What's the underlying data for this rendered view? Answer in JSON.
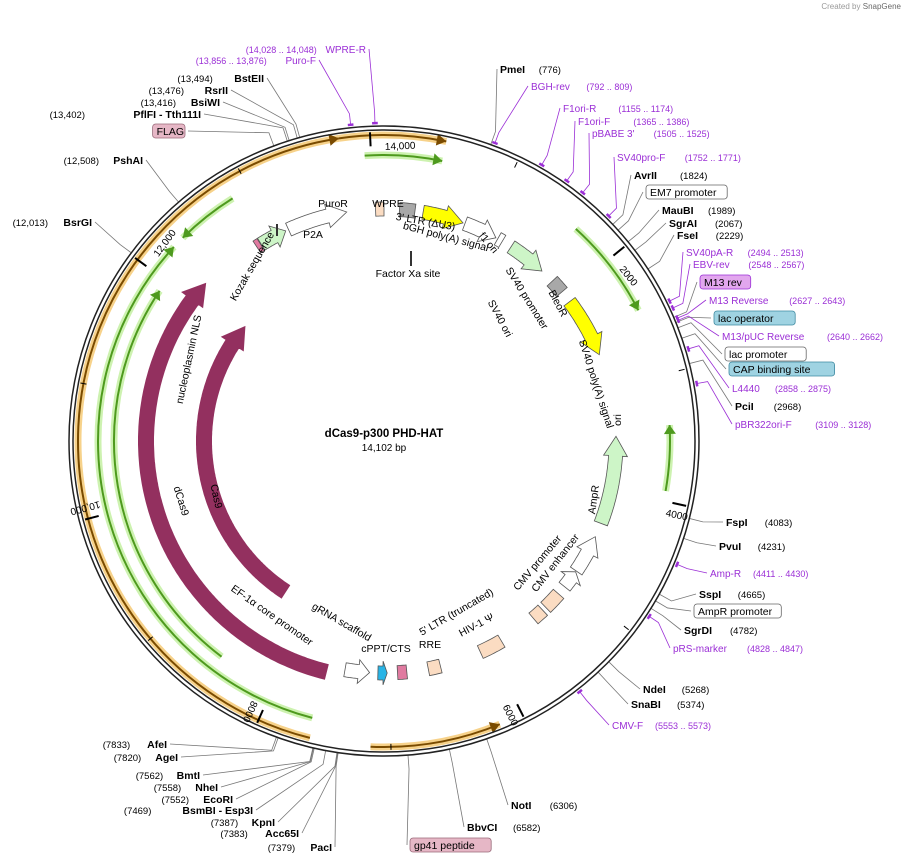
{
  "credit": {
    "prefix": "Created by",
    "brand": "SnapGene"
  },
  "plasmid": {
    "name": "dCas9-p300 PHD-HAT",
    "length_label": "14,102 bp",
    "length": 14102
  },
  "ruler": [
    {
      "label": "2000",
      "pos": 2000
    },
    {
      "label": "4000",
      "pos": 4000
    },
    {
      "label": "6000",
      "pos": 6000
    },
    {
      "label": "8000",
      "pos": 8000
    },
    {
      "label": "10,000",
      "pos": 10000
    },
    {
      "label": "12,000",
      "pos": 12000
    },
    {
      "label": "14,000",
      "pos": 14000
    }
  ],
  "sites": [
    {
      "name": "PmeI",
      "pos": "(776)",
      "bp": 776,
      "kind": "enzyme"
    },
    {
      "name": "BGH-rev",
      "pos": "(792 .. 809)",
      "bp": 800,
      "kind": "primer"
    },
    {
      "name": "F1ori-R",
      "pos": "(1155 .. 1174)",
      "bp": 1165,
      "kind": "primer"
    },
    {
      "name": "F1ori-F",
      "pos": "(1365 .. 1386)",
      "bp": 1375,
      "kind": "primer"
    },
    {
      "name": "pBABE 3'",
      "pos": "(1505 .. 1525)",
      "bp": 1515,
      "kind": "primer"
    },
    {
      "name": "SV40pro-F",
      "pos": "(1752 .. 1771)",
      "bp": 1761,
      "kind": "primer"
    },
    {
      "name": "AvrII",
      "pos": "(1824)",
      "bp": 1824,
      "kind": "enzyme"
    },
    {
      "name": "EM7 promoter",
      "pos": "",
      "bp": 1880,
      "kind": "box-white"
    },
    {
      "name": "MauBI",
      "pos": "(1989)",
      "bp": 1989,
      "kind": "enzyme"
    },
    {
      "name": "SgrAI",
      "pos": "(2067)",
      "bp": 2067,
      "kind": "enzyme"
    },
    {
      "name": "FseI",
      "pos": "(2229)",
      "bp": 2229,
      "kind": "enzyme"
    },
    {
      "name": "SV40pA-R",
      "pos": "(2494 .. 2513)",
      "bp": 2503,
      "kind": "primer"
    },
    {
      "name": "EBV-rev",
      "pos": "(2548 .. 2567)",
      "bp": 2557,
      "kind": "primer"
    },
    {
      "name": "M13 rev",
      "pos": "",
      "bp": 2620,
      "kind": "box-purple"
    },
    {
      "name": "M13 Reverse",
      "pos": "(2627 .. 2643)",
      "bp": 2635,
      "kind": "primer"
    },
    {
      "name": "lac operator",
      "pos": "",
      "bp": 2660,
      "kind": "box-blue"
    },
    {
      "name": "M13/pUC Reverse",
      "pos": "(2640 .. 2662)",
      "bp": 2651,
      "kind": "primer"
    },
    {
      "name": "lac promoter",
      "pos": "",
      "bp": 2700,
      "kind": "box-white"
    },
    {
      "name": "CAP binding site",
      "pos": "",
      "bp": 2780,
      "kind": "box-blue"
    },
    {
      "name": "L4440",
      "pos": "(2858 .. 2875)",
      "bp": 2866,
      "kind": "primer"
    },
    {
      "name": "PciI",
      "pos": "(2968)",
      "bp": 2968,
      "kind": "enzyme"
    },
    {
      "name": "pBR322ori-F",
      "pos": "(3109 .. 3128)",
      "bp": 3118,
      "kind": "primer"
    },
    {
      "name": "FspI",
      "pos": "(4083)",
      "bp": 4083,
      "kind": "enzyme"
    },
    {
      "name": "PvuI",
      "pos": "(4231)",
      "bp": 4231,
      "kind": "enzyme"
    },
    {
      "name": "Amp-R",
      "pos": "(4411 .. 4430)",
      "bp": 4420,
      "kind": "primer"
    },
    {
      "name": "SspI",
      "pos": "(4665)",
      "bp": 4665,
      "kind": "enzyme"
    },
    {
      "name": "AmpR promoter",
      "pos": "",
      "bp": 4720,
      "kind": "box-white"
    },
    {
      "name": "SgrDI",
      "pos": "(4782)",
      "bp": 4782,
      "kind": "enzyme"
    },
    {
      "name": "pRS-marker",
      "pos": "(4828 .. 4847)",
      "bp": 4837,
      "kind": "primer"
    },
    {
      "name": "NdeI",
      "pos": "(5268)",
      "bp": 5268,
      "kind": "enzyme"
    },
    {
      "name": "SnaBI",
      "pos": "(5374)",
      "bp": 5374,
      "kind": "enzyme"
    },
    {
      "name": "CMV-F",
      "pos": "(5553 .. 5573)",
      "bp": 5563,
      "kind": "primer"
    },
    {
      "name": "NotI",
      "pos": "(6306)",
      "bp": 6306,
      "kind": "enzyme"
    },
    {
      "name": "BbvCI",
      "pos": "(6582)",
      "bp": 6582,
      "kind": "enzyme"
    },
    {
      "name": "gp41 peptide",
      "pos": "",
      "bp": 6880,
      "kind": "box-pink"
    },
    {
      "name": "PacI",
      "pos": "(7379)",
      "bp": 7379,
      "kind": "enzyme"
    },
    {
      "name": "Acc65I",
      "pos": "(7383)",
      "bp": 7383,
      "kind": "enzyme"
    },
    {
      "name": "KpnI",
      "pos": "(7387)",
      "bp": 7387,
      "kind": "enzyme"
    },
    {
      "name": "BsmBI - Esp3I",
      "pos": "(7469)",
      "bp": 7469,
      "kind": "enzyme"
    },
    {
      "name": "EcoRI",
      "pos": "(7552)",
      "bp": 7552,
      "kind": "enzyme"
    },
    {
      "name": "NheI",
      "pos": "(7558)",
      "bp": 7558,
      "kind": "enzyme"
    },
    {
      "name": "BmtI",
      "pos": "(7562)",
      "bp": 7562,
      "kind": "enzyme"
    },
    {
      "name": "AgeI",
      "pos": "(7820)",
      "bp": 7820,
      "kind": "enzyme"
    },
    {
      "name": "AfeI",
      "pos": "(7833)",
      "bp": 7833,
      "kind": "enzyme"
    },
    {
      "name": "BsrGI",
      "pos": "(12,013)",
      "bp": 12013,
      "kind": "enzyme"
    },
    {
      "name": "PshAI",
      "pos": "(12,508)",
      "bp": 12508,
      "kind": "enzyme"
    },
    {
      "name": "FLAG",
      "pos": "",
      "bp": 13300,
      "kind": "box-pink"
    },
    {
      "name": "PflFI - Tth111I",
      "pos": "(13,402)",
      "bp": 13402,
      "kind": "enzyme"
    },
    {
      "name": "BsiWI",
      "pos": "(13,416)",
      "bp": 13416,
      "kind": "enzyme"
    },
    {
      "name": "RsrII",
      "pos": "(13,476)",
      "bp": 13476,
      "kind": "enzyme"
    },
    {
      "name": "BstEII",
      "pos": "(13,494)",
      "bp": 13494,
      "kind": "enzyme"
    },
    {
      "name": "Puro-F",
      "pos": "(13,856 .. 13,876)",
      "bp": 13866,
      "kind": "primer"
    },
    {
      "name": "WPRE-R",
      "pos": "(14,028 .. 14,048)",
      "bp": 14038,
      "kind": "primer"
    }
  ],
  "features": [
    {
      "name": "WPRE",
      "start": 13150,
      "end": 13740,
      "strand": 1,
      "color": "#ffffff"
    },
    {
      "name": "PuroR",
      "start": 12850,
      "end": 13120,
      "strand": 1,
      "color": "#cdf5c7"
    },
    {
      "name": "P2A",
      "start": 12800,
      "end": 12845,
      "strand": 0,
      "color": "#e07aa0"
    },
    {
      "name": "3' LTR (ΔU3)",
      "start": 14020,
      "end": 14102,
      "strand": 0,
      "color": "#fbdcc2"
    },
    {
      "name": "bGH poly(A) signal",
      "start": 150,
      "end": 300,
      "strand": 0,
      "color": "#a8a8a8"
    },
    {
      "name": "f1 ori",
      "start": 380,
      "end": 780,
      "strand": 1,
      "color": "#ffff00"
    },
    {
      "name": "SV40 promoter",
      "start": 800,
      "end": 1130,
      "strand": 1,
      "color": "#ffffff"
    },
    {
      "name": "SV40 ori",
      "start": 1150,
      "end": 1200,
      "strand": 0,
      "color": "#ffffff"
    },
    {
      "name": "BleoR",
      "start": 1300,
      "end": 1680,
      "strand": 1,
      "color": "#cdf5c7"
    },
    {
      "name": "SV40 poly(A) signal",
      "start": 1820,
      "end": 1960,
      "strand": 0,
      "color": "#a8a8a8"
    },
    {
      "name": "ori",
      "start": 2080,
      "end": 2670,
      "strand": 1,
      "color": "#ffff00"
    },
    {
      "name": "AmpR",
      "start": 3480,
      "end": 4340,
      "strand": -1,
      "color": "#cdf5c7"
    },
    {
      "name": "CMV enhancer",
      "start": 4480,
      "end": 4860,
      "strand": -1,
      "color": "#ffffff"
    },
    {
      "name": "CMV promoter",
      "start": 4870,
      "end": 5050,
      "strand": -1,
      "color": "#ffffff"
    },
    {
      "name": "5' LTR (truncated)",
      "start": 5140,
      "end": 5320,
      "strand": 0,
      "color": "#fbdcc2"
    },
    {
      "name": "HIV-1 Ψ",
      "start": 5360,
      "end": 5480,
      "strand": 0,
      "color": "#fbdcc2"
    },
    {
      "name": "RRE",
      "start": 5860,
      "end": 6090,
      "strand": 0,
      "color": "#fbdcc2"
    },
    {
      "name": "cPPT/CTS",
      "start": 6500,
      "end": 6620,
      "strand": 0,
      "color": "#fbdcc2"
    },
    {
      "name": "gRNA scaffold",
      "start": 6830,
      "end": 6920,
      "strand": 0,
      "color": "#e07aa0"
    },
    {
      "name": "gRNA scaffold",
      "start": 7020,
      "end": 7110,
      "strand": -1,
      "color": "#28b4e6"
    },
    {
      "name": "EF-1α core promoter",
      "start": 7190,
      "end": 7430,
      "strand": -1,
      "color": "#ffffff"
    }
  ],
  "inner_arrows": [
    {
      "name": "dCas9",
      "start": 7600,
      "end": 12200,
      "strand": 1,
      "color": "#93305f",
      "radius": 238,
      "width": 15
    },
    {
      "name": "nucleoplasmin NLS",
      "start": 12100,
      "end": 12200,
      "strand": 1,
      "color": "#93305f",
      "radius": 238,
      "width": 15
    },
    {
      "name": "Cas9",
      "start": 8350,
      "end": 12120,
      "strand": 1,
      "color": "#93305f",
      "radius": 180,
      "width": 15
    }
  ],
  "inner_labels": [
    {
      "text": "Kozak sequence",
      "start": 12300,
      "end": 12380
    },
    {
      "text": "Factor Xa site",
      "start": 380,
      "end": 400
    }
  ],
  "orfs": [
    {
      "start": 12350,
      "end": 12850,
      "strand": -1,
      "radius": 286
    },
    {
      "start": 13950,
      "end": 460,
      "strand": 1,
      "radius": 286
    },
    {
      "start": 1650,
      "end": 2460,
      "strand": 1,
      "radius": 286
    },
    {
      "start": 3400,
      "end": 3920,
      "strand": -1,
      "radius": 286
    },
    {
      "start": 7620,
      "end": 12250,
      "strand": 1,
      "radius": 286
    },
    {
      "start": 8500,
      "end": 11900,
      "strand": 1,
      "radius": 270
    },
    {
      "start": 13770,
      "end": 460,
      "strand": 1,
      "radius": 306
    },
    {
      "start": 6180,
      "end": 7150,
      "strand": -1,
      "radius": 306
    },
    {
      "start": 7600,
      "end": 13770,
      "strand": 1,
      "radius": 306
    }
  ],
  "colors": {
    "backbone": "#222222",
    "primer": "#9b2fd6",
    "orf": "#4e9a1e",
    "orf_outer": "#7a4b00",
    "halo_green": "#cdf2b0",
    "halo_orange": "#f7d28a"
  }
}
